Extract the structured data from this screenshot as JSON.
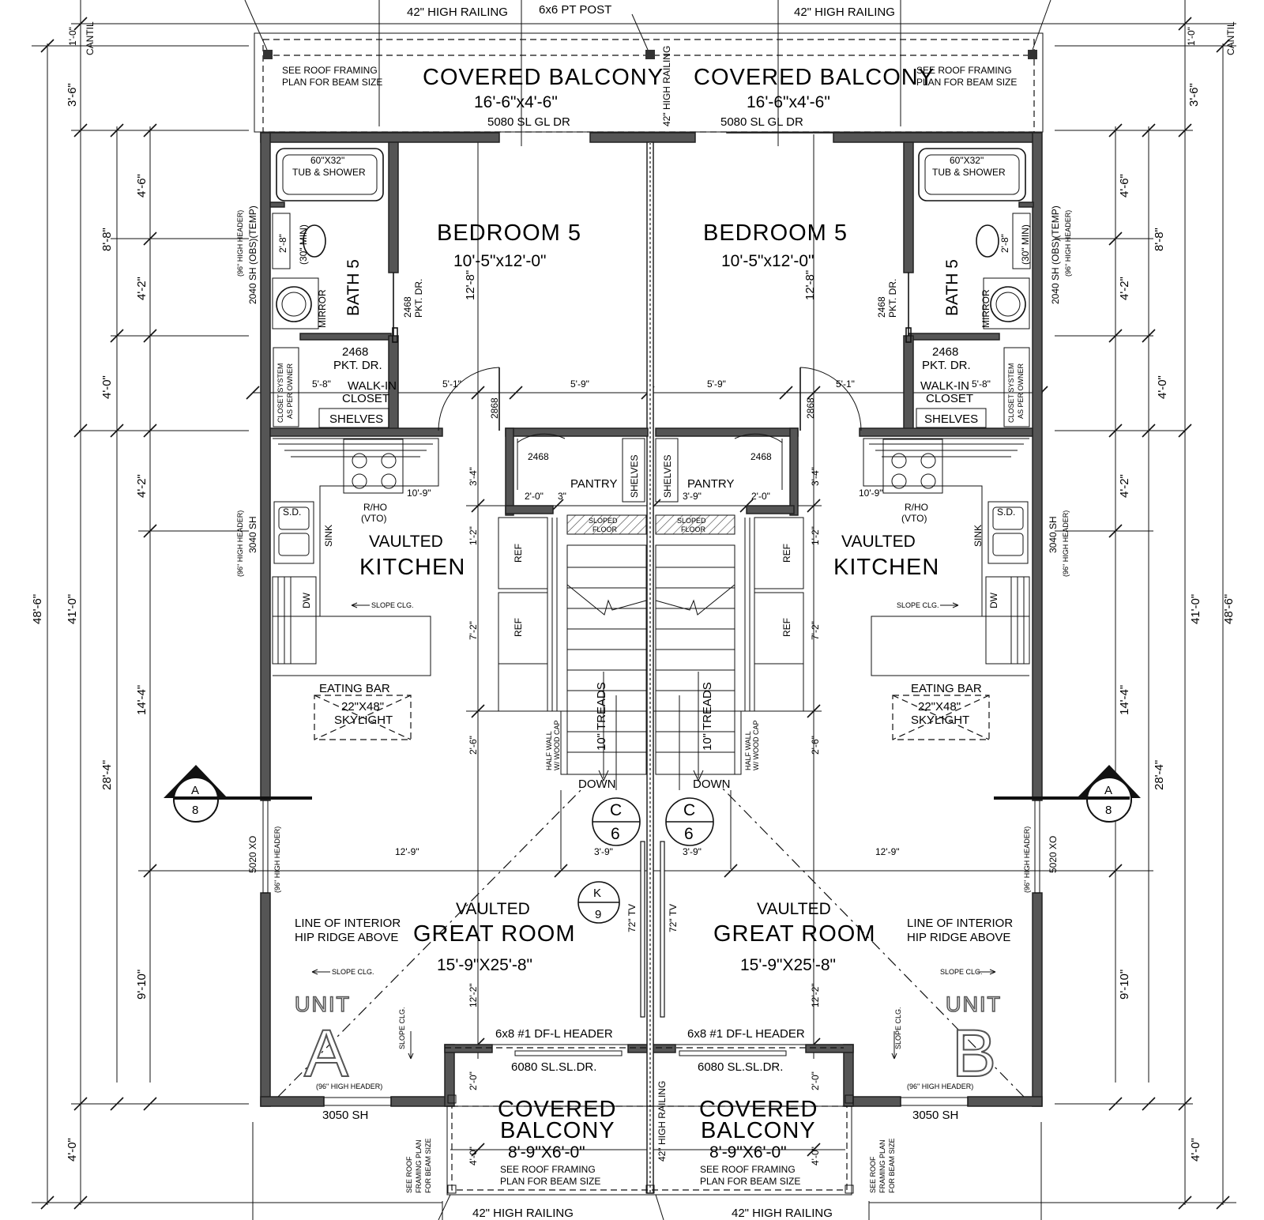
{
  "units": [
    {
      "unit_label": "UNIT",
      "unit_letter": "A",
      "covered_balcony_top": {
        "name": "COVERED BALCONY",
        "size": "16'-6\"x4'-6\"",
        "note1": "SEE ROOF FRAMING",
        "note2": "PLAN FOR BEAM SIZE",
        "door": "5080 SL GL DR",
        "railing": "42\" HIGH RAILING"
      },
      "bedroom": {
        "name": "BEDROOM 5",
        "size": "10'-5\"x12'-0\""
      },
      "bath": {
        "name": "BATH 5",
        "tub": "60\"X32\"",
        "tub2": "TUB & SHOWER",
        "mirror": "MIRROR",
        "window": "2040 SH (OBS)(TEMP)",
        "window_header": "(96\" HIGH HEADER)",
        "toilet_clear": "(30\" MIN)",
        "toilet_w": "2'-8\""
      },
      "closet": {
        "door": "2468",
        "door2": "PKT. DR.",
        "name": "WALK-IN",
        "name2": "CLOSET",
        "shelves": "SHELVES",
        "system": "CLOSET SYSTEM",
        "system2": "AS PER OWNER",
        "width": "5'-8\""
      },
      "bed_door": "2468",
      "bed_door2": "PKT. DR.",
      "kitchen": {
        "name1": "VAULTED",
        "name2": "KITCHEN",
        "rho": "R/HO",
        "vto": "(VTO)",
        "sink": "SINK",
        "dw": "DW",
        "sd": "S.D.",
        "slope": "SLOPE CLG.",
        "eating_bar": "EATING BAR",
        "skylight": "22\"X48\"",
        "skylight2": "SKYLIGHT",
        "window": "3040 SH",
        "window_header": "(96\" HIGH HEADER)",
        "ref": "REF"
      },
      "pantry": {
        "name": "PANTRY",
        "door": "2468",
        "door2": "2868",
        "shelves": "SHELVES",
        "sloped_floor": "SLOPED",
        "sloped_floor2": "FLOOR"
      },
      "stairs": {
        "treads": "10\" TREADS",
        "half_wall": "HALF WALL",
        "half_wall2": "W/ WOOD CAP",
        "down": "DOWN"
      },
      "great_room": {
        "name1": "VAULTED",
        "name2": "GREAT ROOM",
        "size": "15'-9\"X25'-8\"",
        "hip1": "LINE OF INTERIOR",
        "hip2": "HIP RIDGE ABOVE",
        "slope": "SLOPE CLG.",
        "tv": "72\" TV",
        "window": "5020 XO",
        "window_header": "(96\" HIGH HEADER)",
        "header": "6x8 #1 DF-L HEADER",
        "door": "6080 SL.SL.DR.",
        "bottom_window": "3050 SH",
        "bottom_header": "(96\" HIGH HEADER)"
      },
      "covered_balcony_bottom": {
        "name1": "COVERED",
        "name2": "BALCONY",
        "size": "8'-9\"X6'-0\"",
        "note1": "SEE ROOF FRAMING",
        "note2": "PLAN FOR BEAM SIZE",
        "railing": "42\" HIGH RAILING",
        "side_note1": "SEE ROOF",
        "side_note2": "FRAMING PLAN",
        "side_note3": "FOR BEAM SIZE"
      }
    },
    {
      "unit_label": "UNIT",
      "unit_letter": "B",
      "covered_balcony_top": {
        "name": "COVERED BALCONY",
        "size": "16'-6\"x4'-6\"",
        "note1": "SEE ROOF FRAMING",
        "note2": "PLAN FOR BEAM SIZE",
        "door": "5080 SL GL DR",
        "railing": "42\" HIGH RAILING"
      },
      "bedroom": {
        "name": "BEDROOM 5",
        "size": "10'-5\"x12'-0\""
      },
      "bath": {
        "name": "BATH 5",
        "tub": "60\"X32\"",
        "tub2": "TUB & SHOWER",
        "mirror": "MIRROR",
        "window": "2040 SH (OBS)(TEMP)",
        "window_header": "(96\" HIGH HEADER)",
        "toilet_clear": "(30\" MIN)",
        "toilet_w": "2'-8\""
      },
      "closet": {
        "door": "2468",
        "door2": "PKT. DR.",
        "name": "WALK-IN",
        "name2": "CLOSET",
        "shelves": "SHELVES",
        "system": "CLOSET SYSTEM",
        "system2": "AS PER OWNER",
        "width": "5'-8\""
      },
      "bed_door": "2468",
      "bed_door2": "PKT. DR.",
      "kitchen": {
        "name1": "VAULTED",
        "name2": "KITCHEN",
        "rho": "R/HO",
        "vto": "(VTO)",
        "sink": "SINK",
        "dw": "DW",
        "sd": "S.D.",
        "slope": "SLOPE CLG.",
        "eating_bar": "EATING BAR",
        "skylight": "22\"X48\"",
        "skylight2": "SKYLIGHT",
        "window": "3040 SH",
        "window_header": "(96\" HIGH HEADER)",
        "ref": "REF"
      },
      "pantry": {
        "name": "PANTRY",
        "door": "2468",
        "door2": "2868",
        "shelves": "SHELVES",
        "sloped_floor": "SLOPED",
        "sloped_floor2": "FLOOR"
      },
      "stairs": {
        "treads": "10\" TREADS",
        "half_wall": "HALF WALL",
        "half_wall2": "W/ WOOD CAP",
        "down": "DOWN"
      },
      "great_room": {
        "name1": "VAULTED",
        "name2": "GREAT ROOM",
        "size": "15'-9\"X25'-8\"",
        "hip1": "LINE OF INTERIOR",
        "hip2": "HIP RIDGE ABOVE",
        "slope": "SLOPE CLG.",
        "tv": "72\" TV",
        "window": "5020 XO",
        "window_header": "(96\" HIGH HEADER)",
        "header": "6x8 #1 DF-L HEADER",
        "door": "6080 SL.SL.DR.",
        "bottom_window": "3050 SH",
        "bottom_header": "(96\" HIGH HEADER)"
      },
      "covered_balcony_bottom": {
        "name1": "COVERED",
        "name2": "BALCONY",
        "size": "8'-9\"X6'-0\"",
        "note1": "SEE ROOF FRAMING",
        "note2": "PLAN FOR BEAM SIZE",
        "railing": "42\" HIGH RAILING",
        "side_note1": "SEE ROOF",
        "side_note2": "FRAMING PLAN",
        "side_note3": "FOR BEAM SIZE"
      }
    }
  ],
  "shared": {
    "post": "6x6 PT POST",
    "railing_divider": "42\" HIGH RAILING",
    "cantil": "CANTIL",
    "section_a": {
      "letter": "A",
      "sheet": "8"
    },
    "section_c": {
      "letter": "C",
      "sheet": "6"
    },
    "section_k": {
      "letter": "K",
      "sheet": "9"
    }
  },
  "dims": {
    "overall": "48'-6\"",
    "cantil": "1'-0\"",
    "balcony_depth": "3'-6\"",
    "bed_zone": "8'-8\"",
    "bath_tub": "4'-6\"",
    "bath_toilet": "4'-2\"",
    "closet_zone": "4'-0\"",
    "kitchen_zone": "41'-0\"",
    "kitchen_upper": "4'-2\"",
    "kitchen_lower": "14'-4\"",
    "main": "28'-4\"",
    "great_lower": "9'-10\"",
    "bottom_balcony": "4'-0\"",
    "bed_depth": "12'-8\"",
    "closet_w": "5'-1\"",
    "bed_w": "5'-9\"",
    "pantry_h": "3'-4\"",
    "pantry_w": "2'-0\"",
    "pantry_w2": "3'-9\"",
    "pantry_gap": "3\"",
    "stair_gap": "1'-2\"",
    "stair_len": "7'-2\"",
    "landing": "2'-6\"",
    "kitchen_w": "10'-9\"",
    "great_w": "12'-9\"",
    "stair_w": "3'-9\"",
    "great_depth": "12'-2\"",
    "balc_door_off": "2'-0\"",
    "balc_depth2": "4'-0\""
  }
}
